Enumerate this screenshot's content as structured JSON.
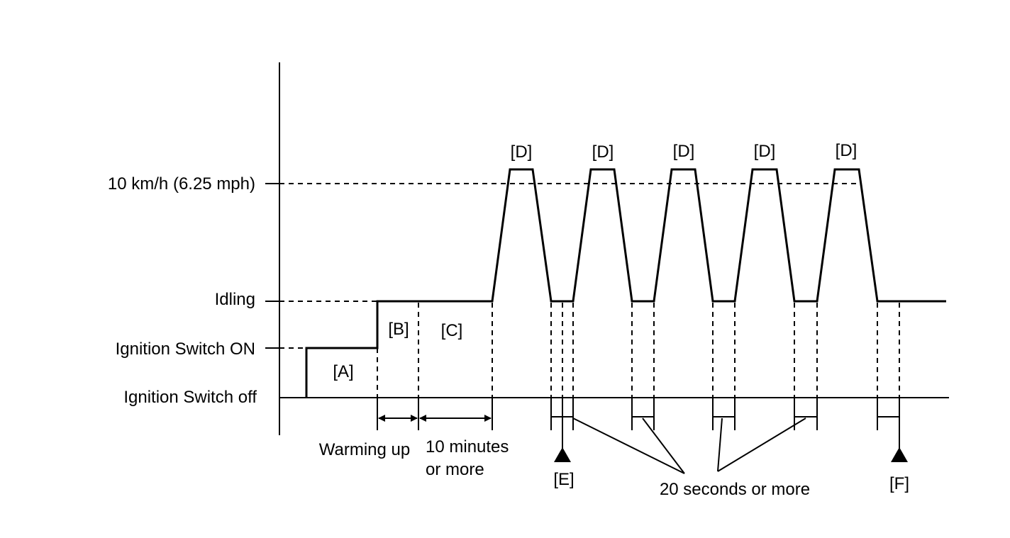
{
  "y_levels": {
    "speed": "10 km/h (6.25 mph)",
    "idling": "Idling",
    "ignition_on": "Ignition Switch ON",
    "ignition_off": "Ignition Switch off"
  },
  "phases": {
    "a": "[A]",
    "b": "[B]",
    "c": "[C]",
    "d": "[D]",
    "e": "[E]",
    "f": "[F]"
  },
  "annotations": {
    "warming_up": "Warming up",
    "ten_minutes_line1": "10 minutes",
    "ten_minutes_line2": "or more",
    "twenty_seconds": "20 seconds or more"
  },
  "colors": {
    "line": "#000000",
    "background": "#ffffff"
  }
}
